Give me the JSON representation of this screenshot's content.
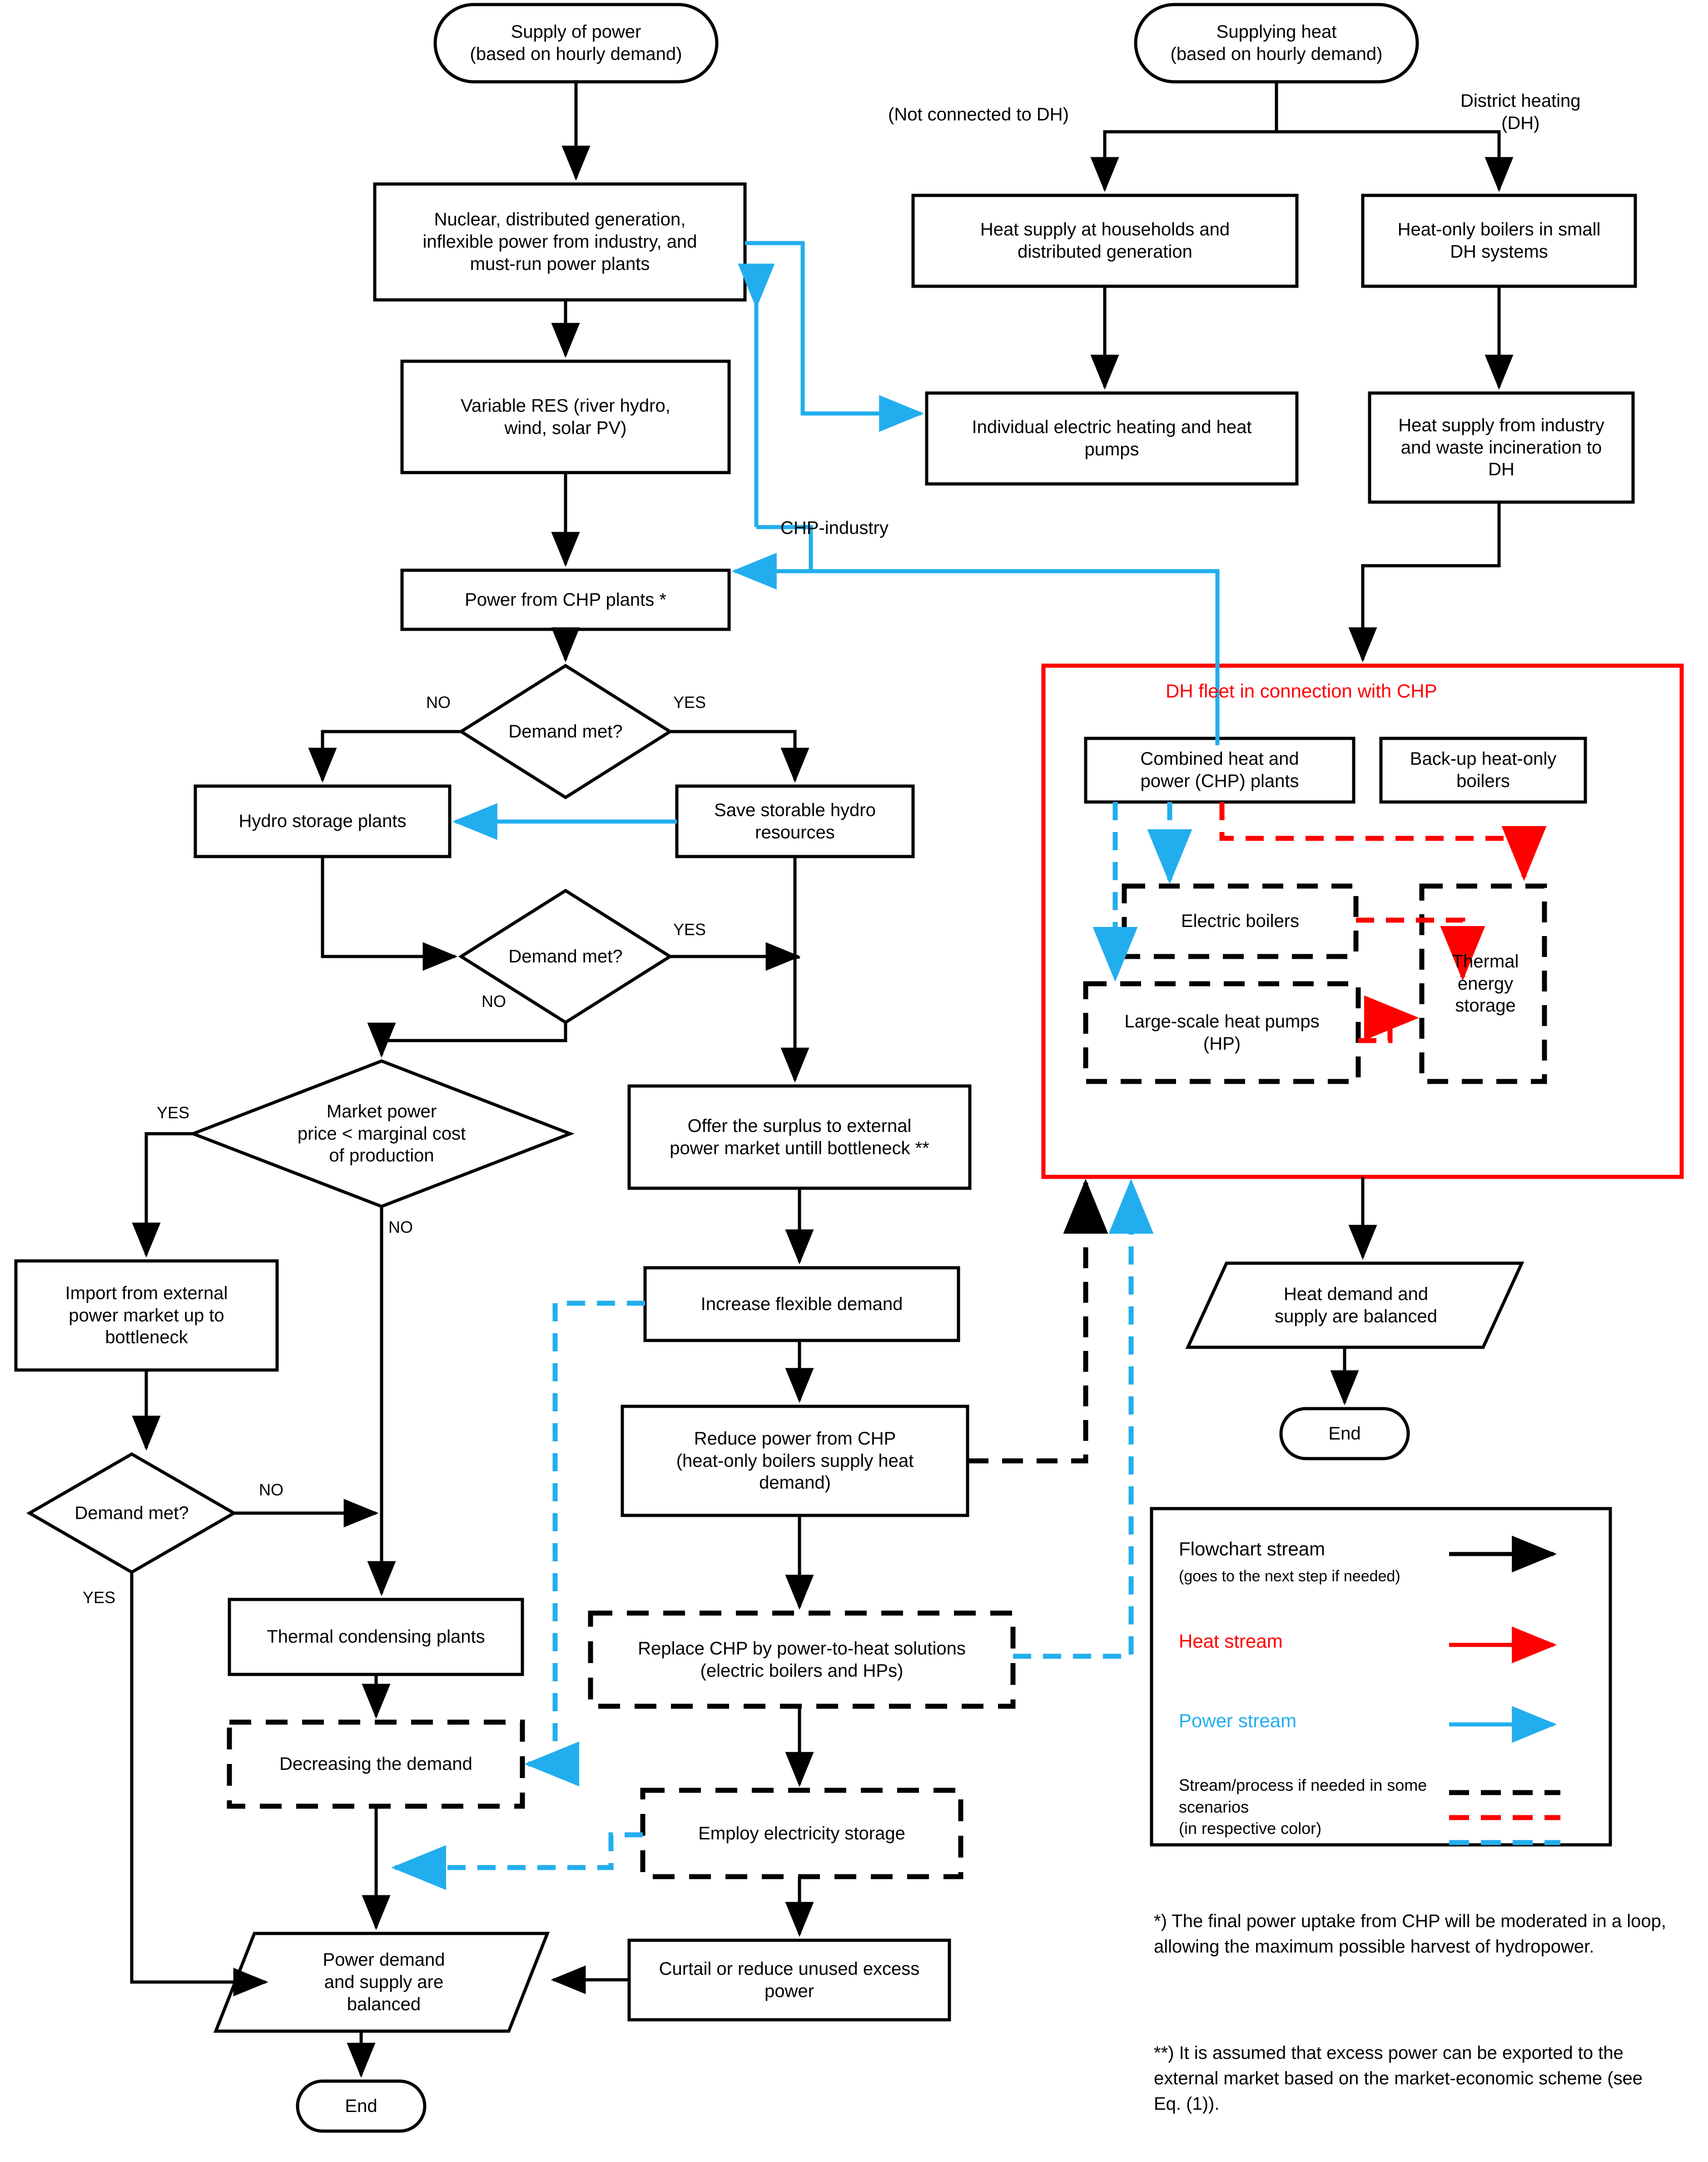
{
  "diagram": {
    "title": "Power and heat supply dispatch flowchart",
    "colors": {
      "flow": "#000000",
      "heat": "#ff0000",
      "power": "#22aeee",
      "background": "#ffffff"
    },
    "nodes": {
      "supply_power": "Supply of power\n(based on hourly demand)",
      "supplying_heat": "Supplying heat\n(based on hourly demand)",
      "nuclear": "Nuclear, distributed generation,\ninflexible power from industry, and\nmust-run power plants",
      "variable_res": "Variable RES (river hydro,\nwind, solar PV)",
      "power_chp": "Power from CHP plants *",
      "heat_households": "Heat supply at households and\ndistributed generation",
      "heat_only_small_dh": "Heat-only boilers in small\nDH systems",
      "individual_electric": "Individual electric heating and heat\npumps",
      "heat_industry_waste": "Heat supply from industry\nand waste incineration to\nDH",
      "demand_met_1": "Demand met?",
      "demand_met_2": "Demand met?",
      "demand_met_3": "Demand met?",
      "hydro_storage": "Hydro storage plants",
      "save_hydro": "Save storable hydro\nresources",
      "market_price": "Market power\nprice <  marginal cost\nof production",
      "import_external": "Import from external\npower market up to\nbottleneck",
      "offer_surplus": "Offer the surplus to external\npower market untill bottleneck **",
      "increase_flexible": "Increase flexible demand",
      "reduce_chp": "Reduce power from CHP\n(heat-only boilers supply heat\ndemand)",
      "replace_chp": "Replace CHP by power-to-heat solutions\n(electric boilers and HPs)",
      "employ_storage": "Employ electricity storage",
      "curtail": "Curtail or reduce unused excess\npower",
      "thermal_condensing": "Thermal condensing plants",
      "decreasing_demand": "Decreasing the demand",
      "power_balanced": "Power demand\nand supply are\nbalanced",
      "heat_balanced": "Heat demand and\nsupply are balanced",
      "end_power": "End",
      "end_heat": "End",
      "dh_fleet_title": "DH fleet in connection with CHP",
      "chp_plants": "Combined heat and\npower (CHP) plants",
      "backup_boilers": "Back-up heat-only\nboilers",
      "electric_boilers": "Electric boilers",
      "large_hp": "Large-scale heat pumps\n(HP)",
      "thermal_storage": "Thermal\nenergy\nstorage"
    },
    "edge_labels": {
      "not_connected_dh": "(Not connected to DH)",
      "district_heating": "District heating\n(DH)",
      "chp_industry": "CHP-industry",
      "d1_no": "NO",
      "d1_yes": "YES",
      "d2_yes": "YES",
      "d2_no": "NO",
      "d3_no": "NO",
      "d3_yes": "YES",
      "mp_yes": "YES",
      "mp_no": "NO"
    },
    "legend": {
      "items": [
        {
          "label": "Flowchart stream",
          "sub": "(goes to the next step if needed)",
          "color": "#000000",
          "style": "solid-arrow"
        },
        {
          "label": "Heat stream",
          "sub": "",
          "color": "#ff0000",
          "style": "solid-arrow"
        },
        {
          "label": "Power stream",
          "sub": "",
          "color": "#22aeee",
          "style": "solid-arrow"
        }
      ],
      "dashed_caption": "Stream/process if needed in some\nscenarios\n(in respective color)",
      "dashed_colors": [
        "#000000",
        "#ff0000",
        "#22aeee"
      ]
    },
    "notes": {
      "note1": "*) The final power uptake from CHP will be moderated in a loop, allowing the maximum possible harvest of hydropower.",
      "note2": "**) It is assumed that excess power can be exported to the external market based on the market-economic scheme (see Eq. (1))."
    }
  }
}
